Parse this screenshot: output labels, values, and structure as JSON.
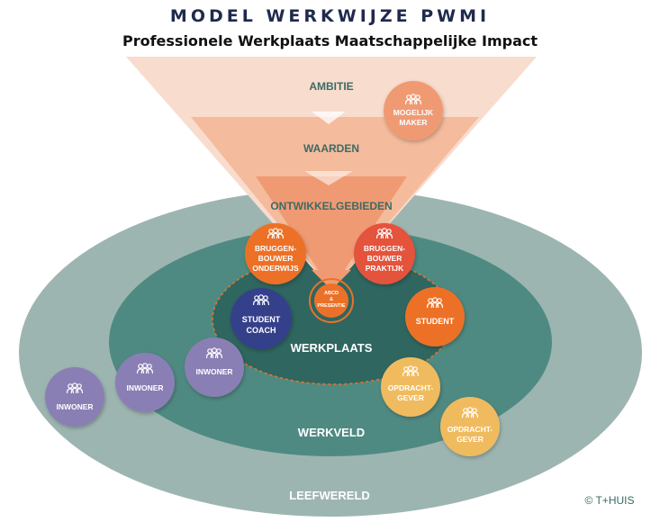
{
  "header": {
    "title": "MODEL WERKWIJZE PWMI",
    "subtitle": "Professionele Werkplaats Maatschappelijke Impact"
  },
  "funnel": {
    "ambitie": "AMBITIE",
    "waarden": "WAARDEN",
    "ontwikkelgebieden": "ONTWIKKELGEBIEDEN"
  },
  "rings": {
    "leefwereld": "LEEFWERELD",
    "werkveld": "WERKVELD",
    "werkplaats": "WERKPLAATS"
  },
  "center": {
    "line1": "ABCD",
    "line2": "&",
    "line3": "PRESENTIE"
  },
  "roles": {
    "mogelijkmaker": [
      "MOGELIJK",
      "MAKER"
    ],
    "bruggenbouwer_onderwijs": [
      "BRUGGEN-",
      "BOUWER",
      "ONDERWIJS"
    ],
    "bruggenbouwer_praktijk": [
      "BRUGGEN-",
      "BOUWER",
      "PRAKTIJK"
    ],
    "studentcoach": [
      "STUDENT",
      "COACH"
    ],
    "student": "STUDENT",
    "opdrachtgever_1": [
      "OPDRACHT-",
      "GEVER"
    ],
    "opdrachtgever_2": [
      "OPDRACHT-",
      "GEVER"
    ],
    "inwoner_1": "INWONER",
    "inwoner_2": "INWONER",
    "inwoner_3": "INWONER"
  },
  "copyright": "© T+HUIS",
  "colors": {
    "leefwereld": "#9db5b1",
    "werkveld": "#4f8a82",
    "werkplaats": "#2f665f",
    "funnel_top": "#f8dccd",
    "funnel_mid": "#f4bb9c",
    "funnel_bottom": "#f09a73",
    "orange": "#ec7128",
    "red": "#e4523b",
    "blue": "#35418b",
    "purple": "#8a7fb4",
    "yellow": "#f0bb5f",
    "title_navy": "#1f2a4d"
  },
  "icons": {
    "person_group": "people-group-icon"
  }
}
